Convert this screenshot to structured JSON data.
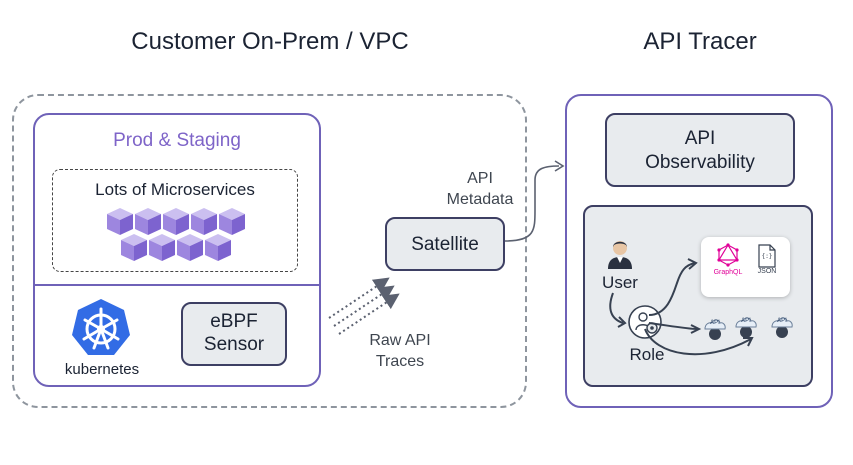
{
  "headings": {
    "left": "Customer On-Prem / VPC",
    "right": "API Tracer"
  },
  "left_panel": {
    "title": "Prod & Staging",
    "microservices_label": "Lots of Microservices",
    "k8s_label": "kubernetes",
    "sensor_label_line1": "eBPF",
    "sensor_label_line2": "Sensor"
  },
  "middle": {
    "satellite_label": "Satellite",
    "metadata_line1": "API",
    "metadata_line2": "Metadata",
    "traces_line1": "Raw API",
    "traces_line2": "Traces"
  },
  "right_panel": {
    "observability_line1": "API",
    "observability_line2": "Observability",
    "user_label": "User",
    "role_label": "Role",
    "graphql_label": "GraphQL",
    "json_label": "JSON",
    "api_badge": "API"
  },
  "colors": {
    "purple_accent": "#6f62b8",
    "title_purple": "#7e64c8",
    "k8s_blue": "#326ce5",
    "dark_line": "#374151",
    "grey_fill": "#e8ebee"
  }
}
